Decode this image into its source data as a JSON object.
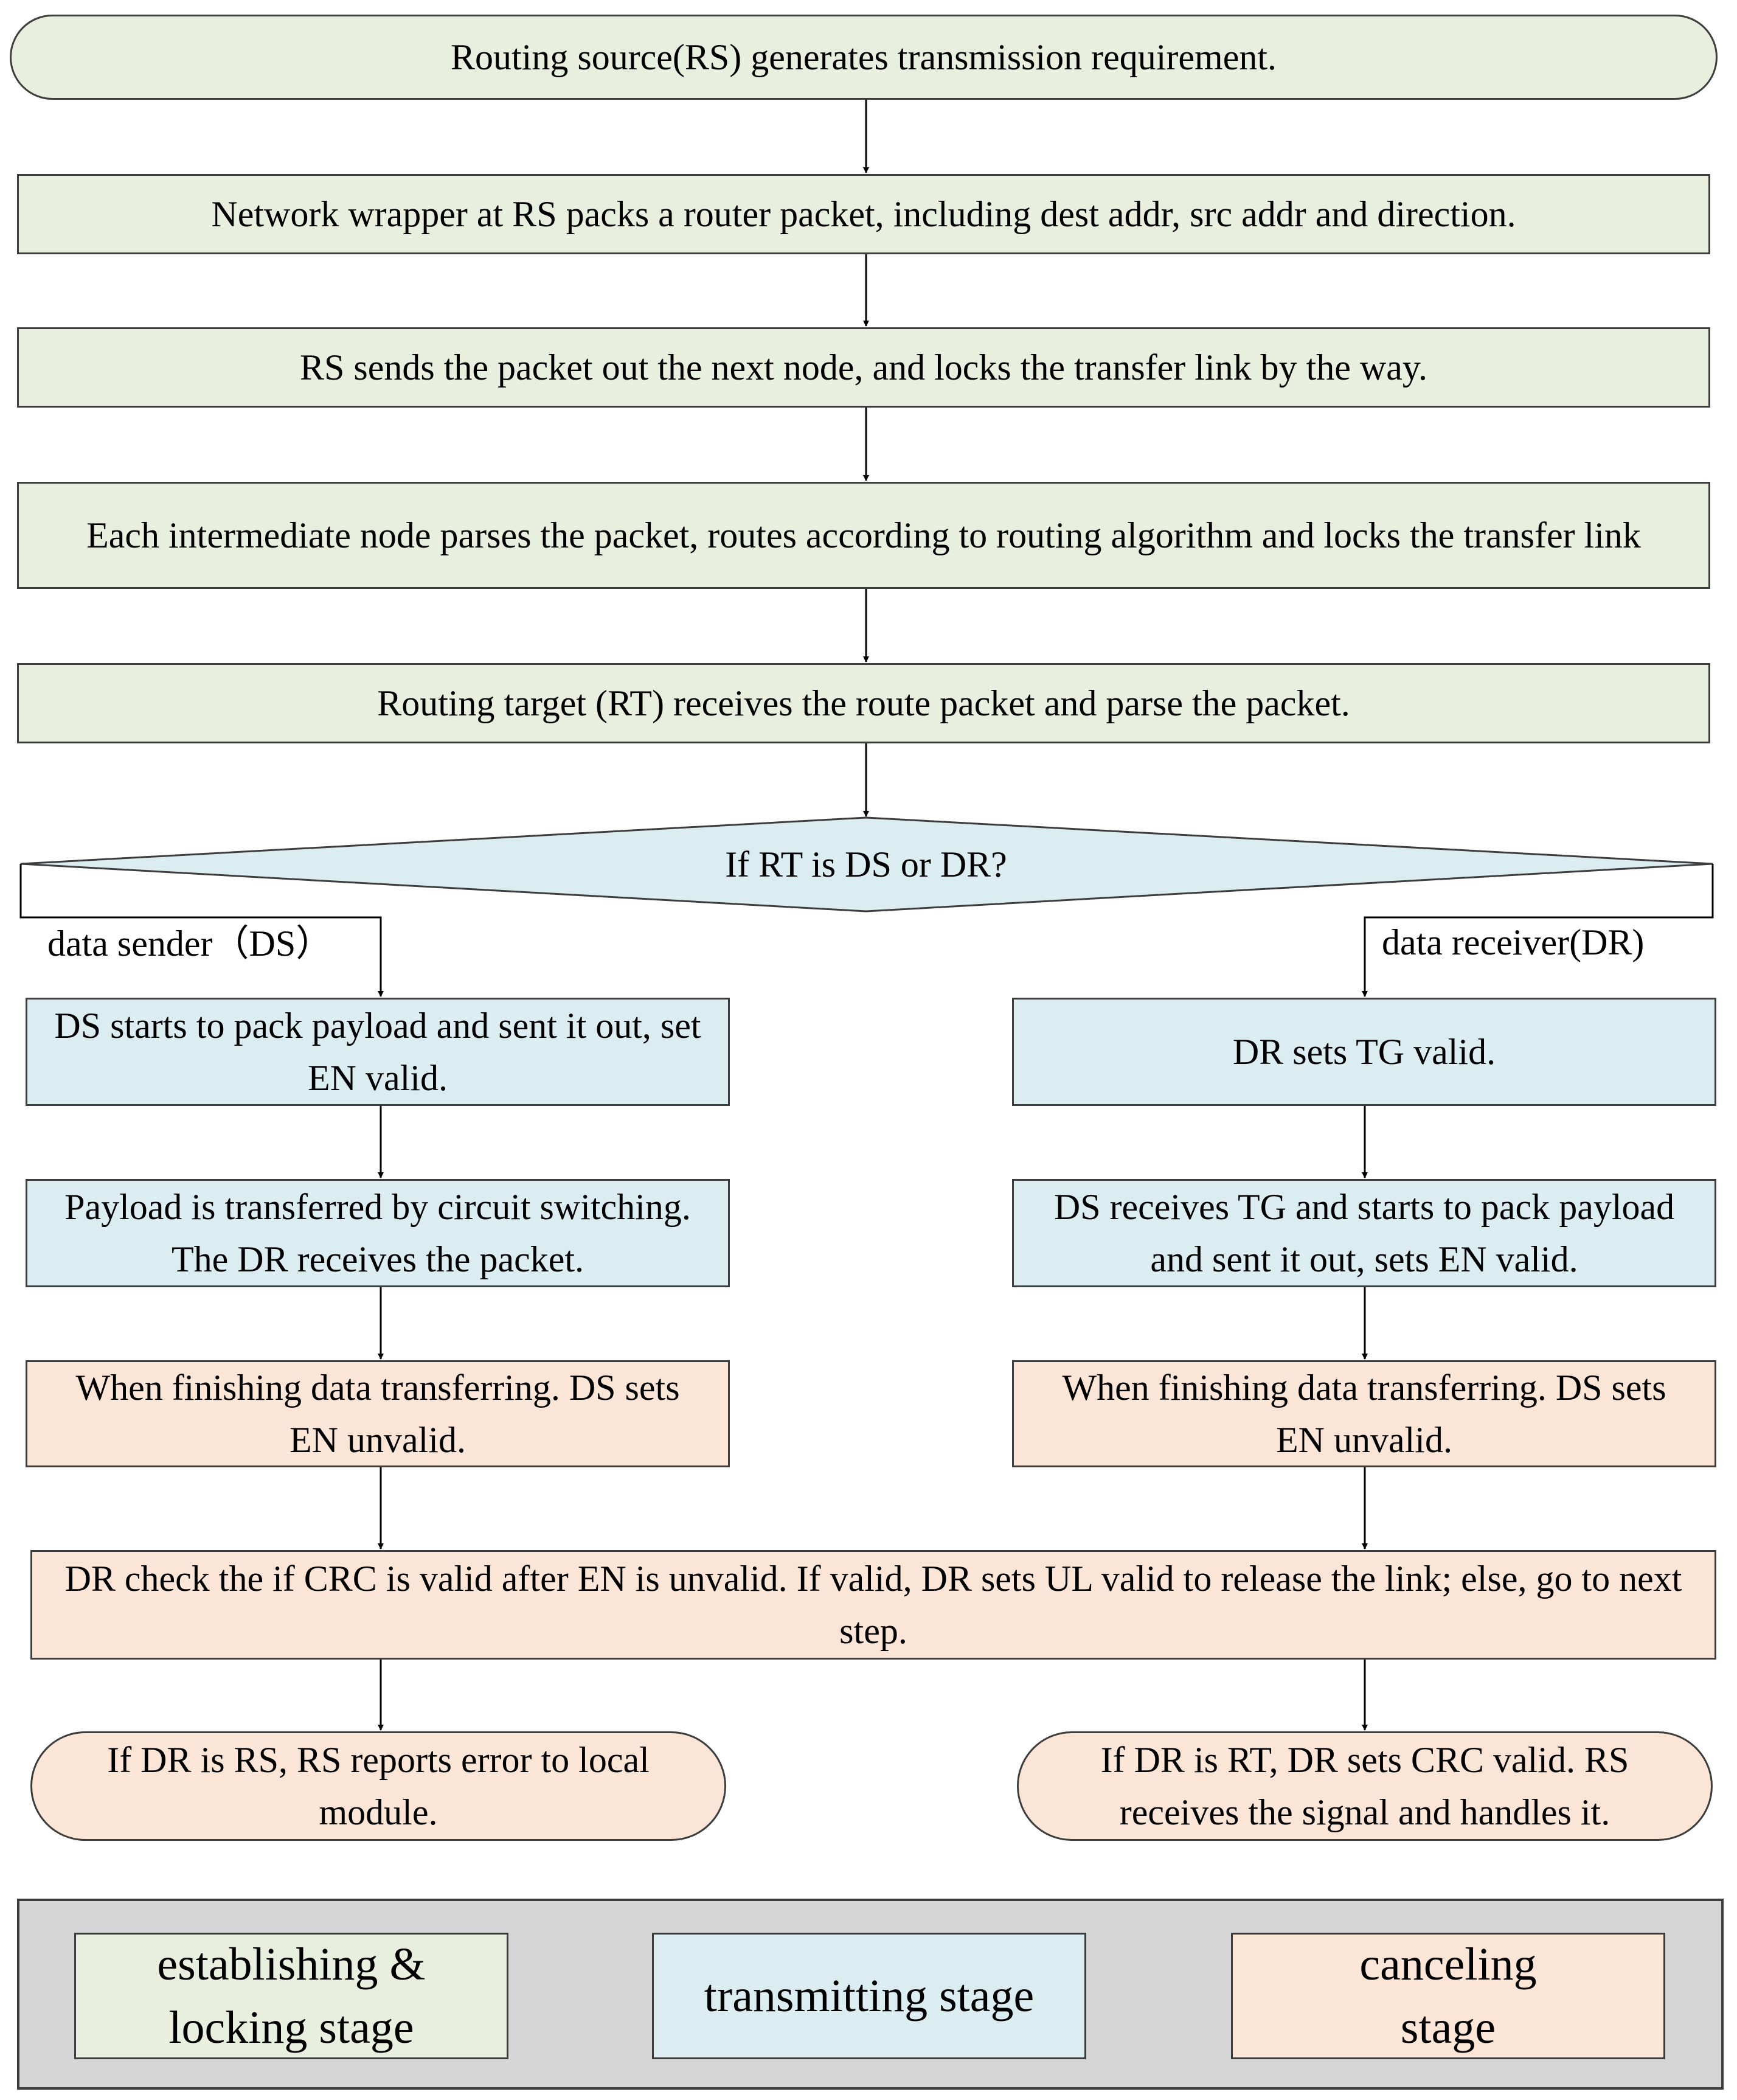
{
  "flowchart": {
    "start": "Routing source(RS) generates transmission requirement.",
    "step_pack": "Network wrapper at RS packs a router packet, including dest addr, src addr and direction.",
    "step_send": "RS sends the packet out the next node, and locks the transfer link by the way.",
    "step_intermediate": "Each intermediate node parses the packet, routes according to routing algorithm and locks the transfer link",
    "step_target": "Routing target (RT) receives the route packet and parse the packet.",
    "decision": "If RT is DS or DR?",
    "branch_left_label": "data sender（DS）",
    "branch_right_label": "data receiver(DR)",
    "left": {
      "step1": "DS starts to pack payload and sent it out, set EN valid.",
      "step2": "Payload is transferred by circuit switching. The DR receives the packet.",
      "step3": "When finishing data transferring. DS sets EN unvalid."
    },
    "right": {
      "step1": "DR sets TG valid.",
      "step2": "DS receives TG and starts to pack payload and sent it out, sets EN valid.",
      "step3": "When finishing data transferring. DS sets EN unvalid."
    },
    "crc_check": "DR check the if CRC is valid after EN is unvalid. If valid, DR sets UL valid to release the link; else, go to next step.",
    "end_left": "If DR is RS, RS reports error to local module.",
    "end_right": "If DR is RT, DR sets CRC valid. RS receives the signal and handles it."
  },
  "legend": {
    "establishing": "establishing & locking stage",
    "transmitting": "transmitting stage",
    "canceling": "canceling stage"
  },
  "colors": {
    "establishing": "#e9efde",
    "transmitting": "#dcedf2",
    "canceling": "#fbe5d6",
    "legend_panel": "#d6d6d6",
    "stroke": "#3d3d3d"
  }
}
